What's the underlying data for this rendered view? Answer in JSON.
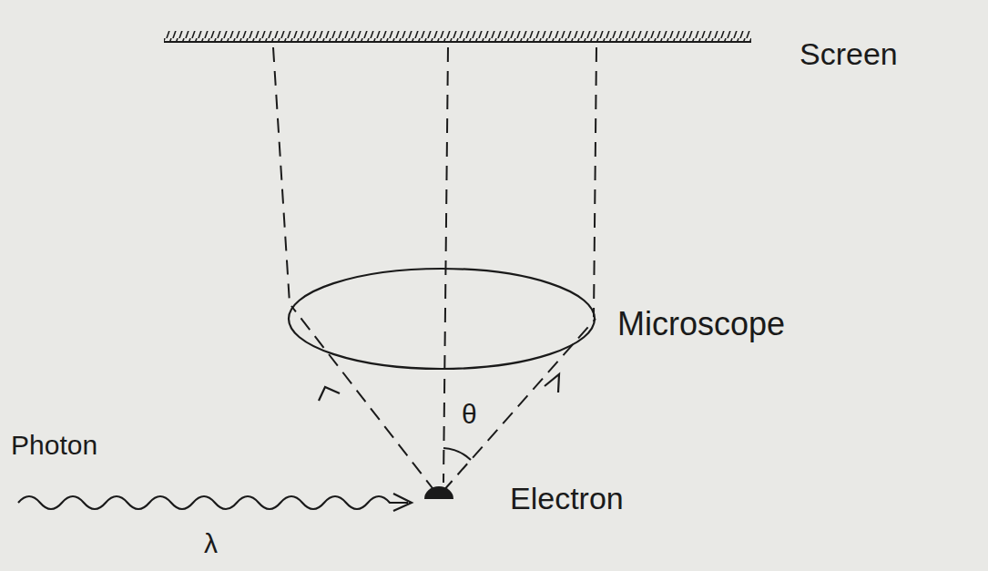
{
  "diagram": {
    "labels": [
      "Screen",
      "Microscope",
      "Photon",
      "θ",
      "Electron",
      "λ"
    ]
  }
}
